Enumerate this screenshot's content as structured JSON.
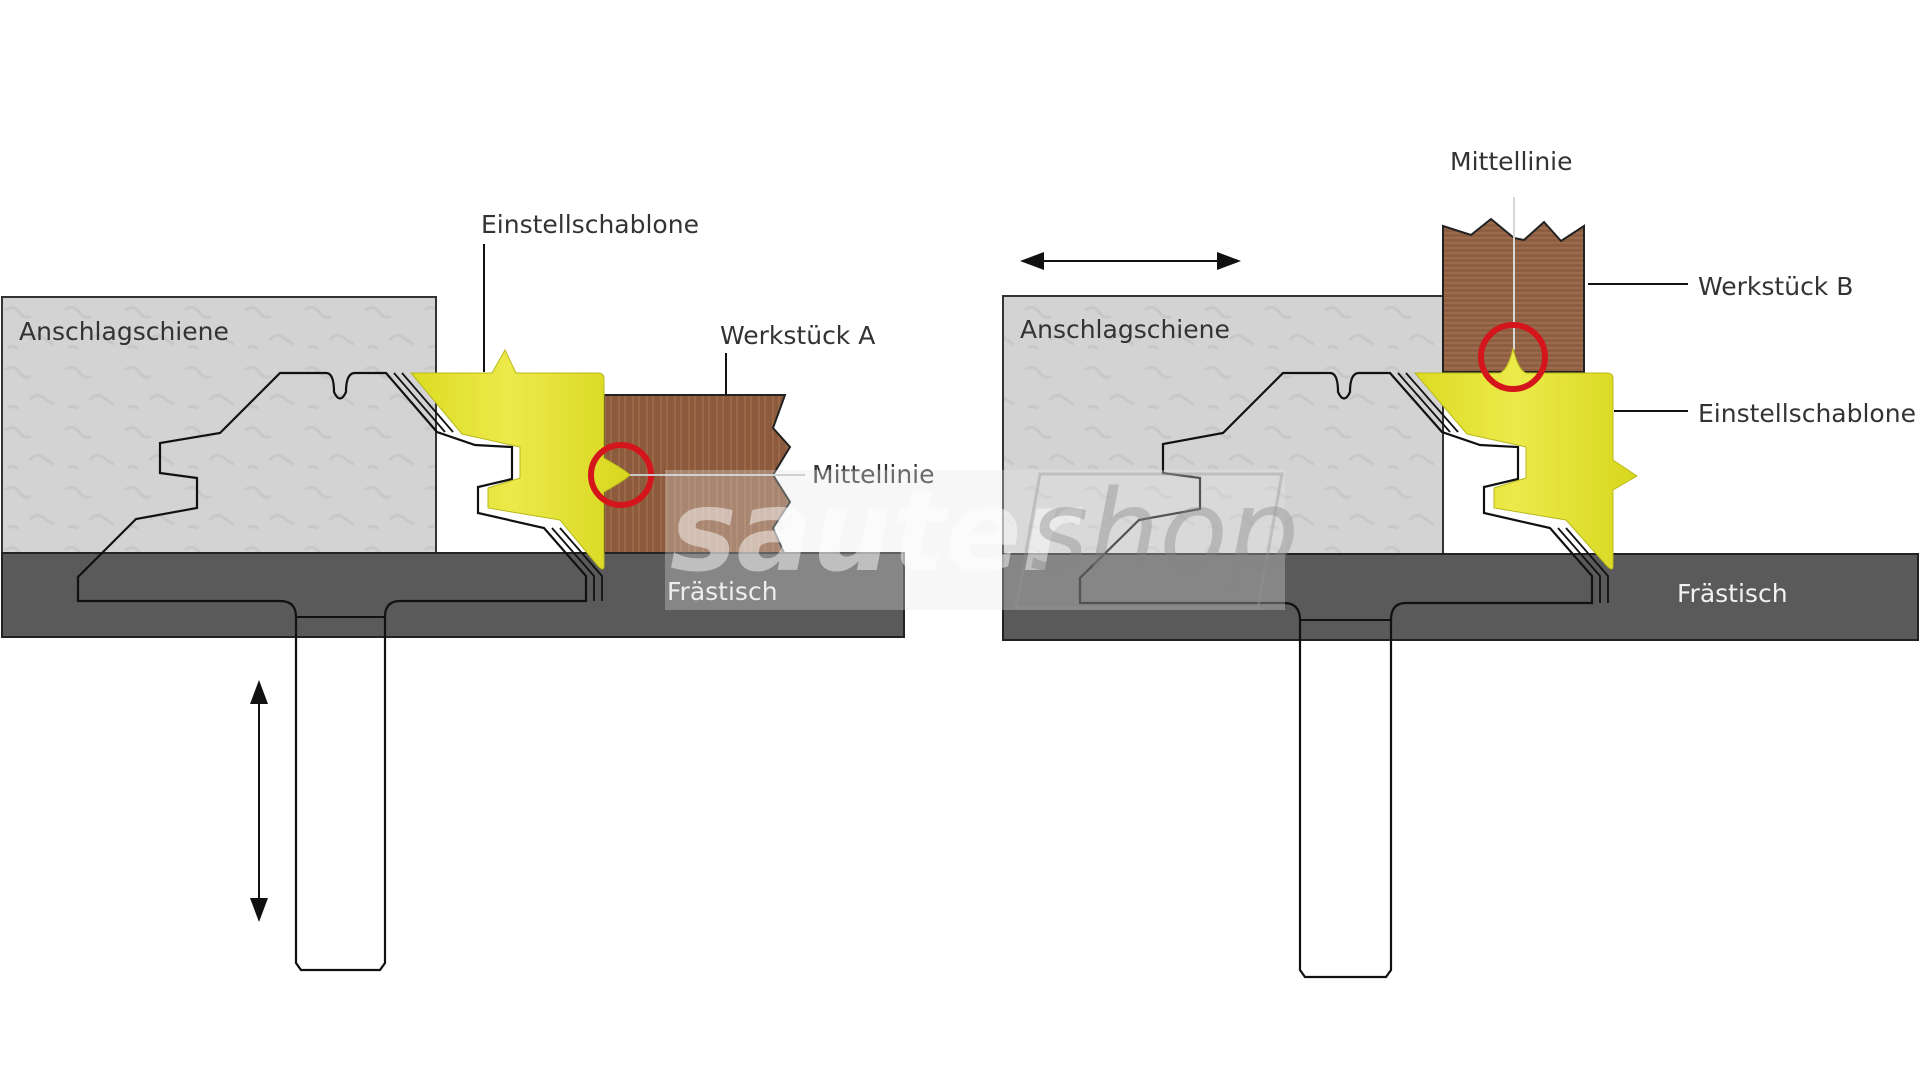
{
  "title": "Einstellen eines Fräsers mit Einstellschablone",
  "colors": {
    "fence": "#d3d3d3",
    "table": "#5a5a5a",
    "template": "#dfe02a",
    "template_light": "#ece94a",
    "wood": "#8c5a3c",
    "marker": "#d4161c",
    "outline": "#111111"
  },
  "left_panel": {
    "fence_label": "Anschlagschiene",
    "table_label": "Frästisch",
    "template_label": "Einstellschablone",
    "workpiece_label": "Werkstück A",
    "centerline_label": "Mittellinie",
    "adjust_arrow": "vertical-double-arrow"
  },
  "right_panel": {
    "fence_label": "Anschlagschiene",
    "table_label": "Frästisch",
    "template_label": "Einstellschablone",
    "workpiece_label": "Werkstück B",
    "centerline_label": "Mittellinie",
    "adjust_arrow": "horizontal-double-arrow"
  },
  "watermark": {
    "brand": "sauter",
    "suffix": "shop"
  }
}
